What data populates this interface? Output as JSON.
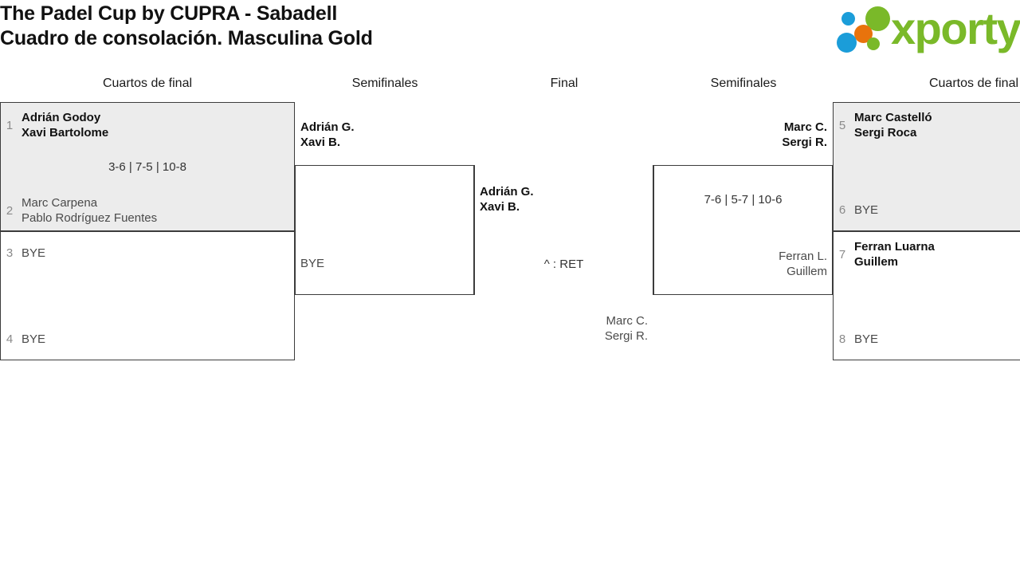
{
  "header": {
    "title_line1": "The Padel Cup by CUPRA - Sabadell",
    "title_line2": "Cuadro de consolación. Masculina Gold",
    "logo_text": "xporty",
    "logo_colors": {
      "green": "#7ab929",
      "blue": "#1b9dd9",
      "orange": "#e8730c"
    }
  },
  "rounds": [
    {
      "label": "Cuartos de final"
    },
    {
      "label": "Semifinales"
    },
    {
      "label": "Final"
    },
    {
      "label": "Semifinales"
    },
    {
      "label": "Cuartos de final"
    }
  ],
  "bracket": {
    "left_quarterfinals": [
      {
        "top": {
          "seed": "1",
          "line1": "Adrián Godoy",
          "line2": "Xavi Bartolome",
          "state": "winner"
        },
        "bottom": {
          "seed": "2",
          "line1": "Marc Carpena",
          "line2": "Pablo Rodríguez Fuentes",
          "state": "loser"
        },
        "score": "3-6 | 7-5 | 10-8",
        "shaded": true
      },
      {
        "top": {
          "seed": "3",
          "line1": "BYE",
          "line2": "",
          "state": "bye"
        },
        "bottom": {
          "seed": "4",
          "line1": "BYE",
          "line2": "",
          "state": "bye"
        },
        "score": "",
        "shaded": false
      }
    ],
    "left_semifinal": {
      "top": {
        "line1": "Adrián G.",
        "line2": "Xavi B.",
        "state": "winner"
      },
      "bottom": {
        "line1": "BYE",
        "line2": "",
        "state": "bye"
      },
      "score": ""
    },
    "final": {
      "left": {
        "line1": "Adrián G.",
        "line2": "Xavi B.",
        "state": "winner"
      },
      "right": {
        "line1": "Marc C.",
        "line2": "Sergi R.",
        "state": "loser"
      },
      "score": "^ : RET"
    },
    "right_semifinal": {
      "top": {
        "line1": "Marc C.",
        "line2": "Sergi R.",
        "state": "winner"
      },
      "bottom": {
        "line1": "Ferran L.",
        "line2": "Guillem",
        "state": "loser"
      },
      "score": "7-6 | 5-7 | 10-6"
    },
    "right_quarterfinals": [
      {
        "top": {
          "seed": "5",
          "line1": "Marc Castelló",
          "line2": "Sergi Roca",
          "state": "winner"
        },
        "bottom": {
          "seed": "6",
          "line1": "BYE",
          "line2": "",
          "state": "bye"
        },
        "score": "",
        "shaded": true
      },
      {
        "top": {
          "seed": "7",
          "line1": "Ferran Luarna",
          "line2": "Guillem",
          "state": "winner"
        },
        "bottom": {
          "seed": "8",
          "line1": "BYE",
          "line2": "",
          "state": "bye"
        },
        "score": "",
        "shaded": false
      }
    ]
  }
}
